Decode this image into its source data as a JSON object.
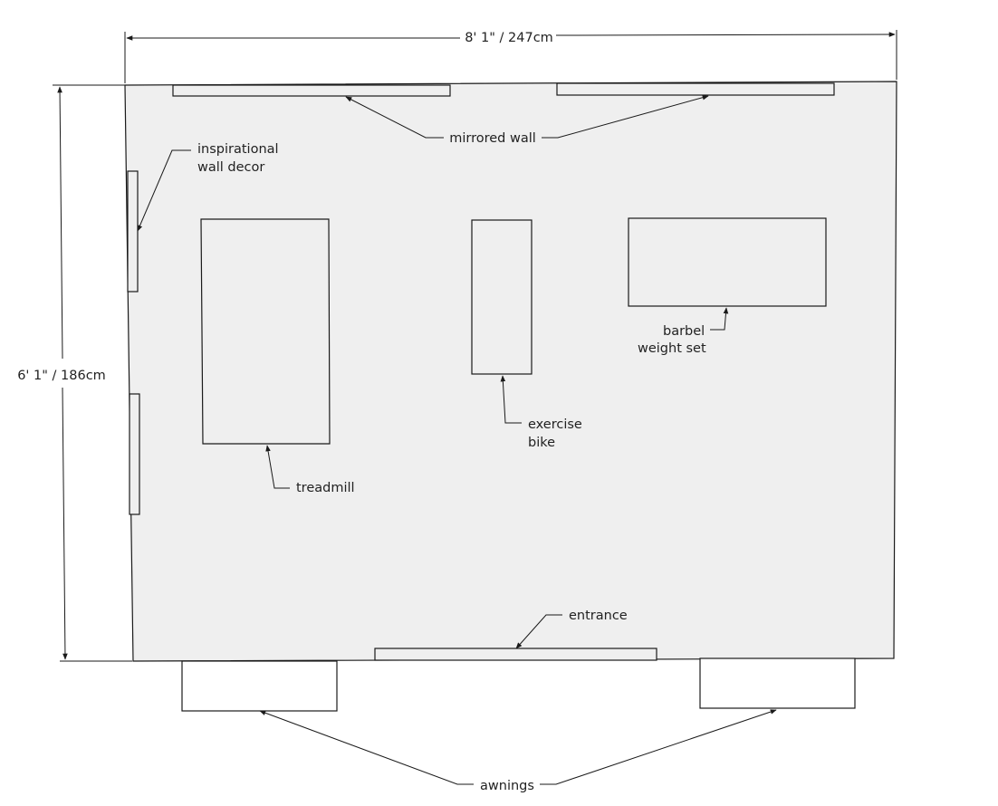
{
  "dimensions": {
    "width_label": "8' 1\" / 247cm",
    "height_label": "6' 1\" / 186cm"
  },
  "labels": {
    "mirrored_wall": "mirrored wall",
    "wall_decor_line1": "inspirational",
    "wall_decor_line2": "wall decor",
    "treadmill": "treadmill",
    "exercise_bike_line1": "exercise",
    "exercise_bike_line2": "bike",
    "barbell_line1": "barbel",
    "barbell_line2": "weight set",
    "entrance": "entrance",
    "awnings": "awnings"
  }
}
